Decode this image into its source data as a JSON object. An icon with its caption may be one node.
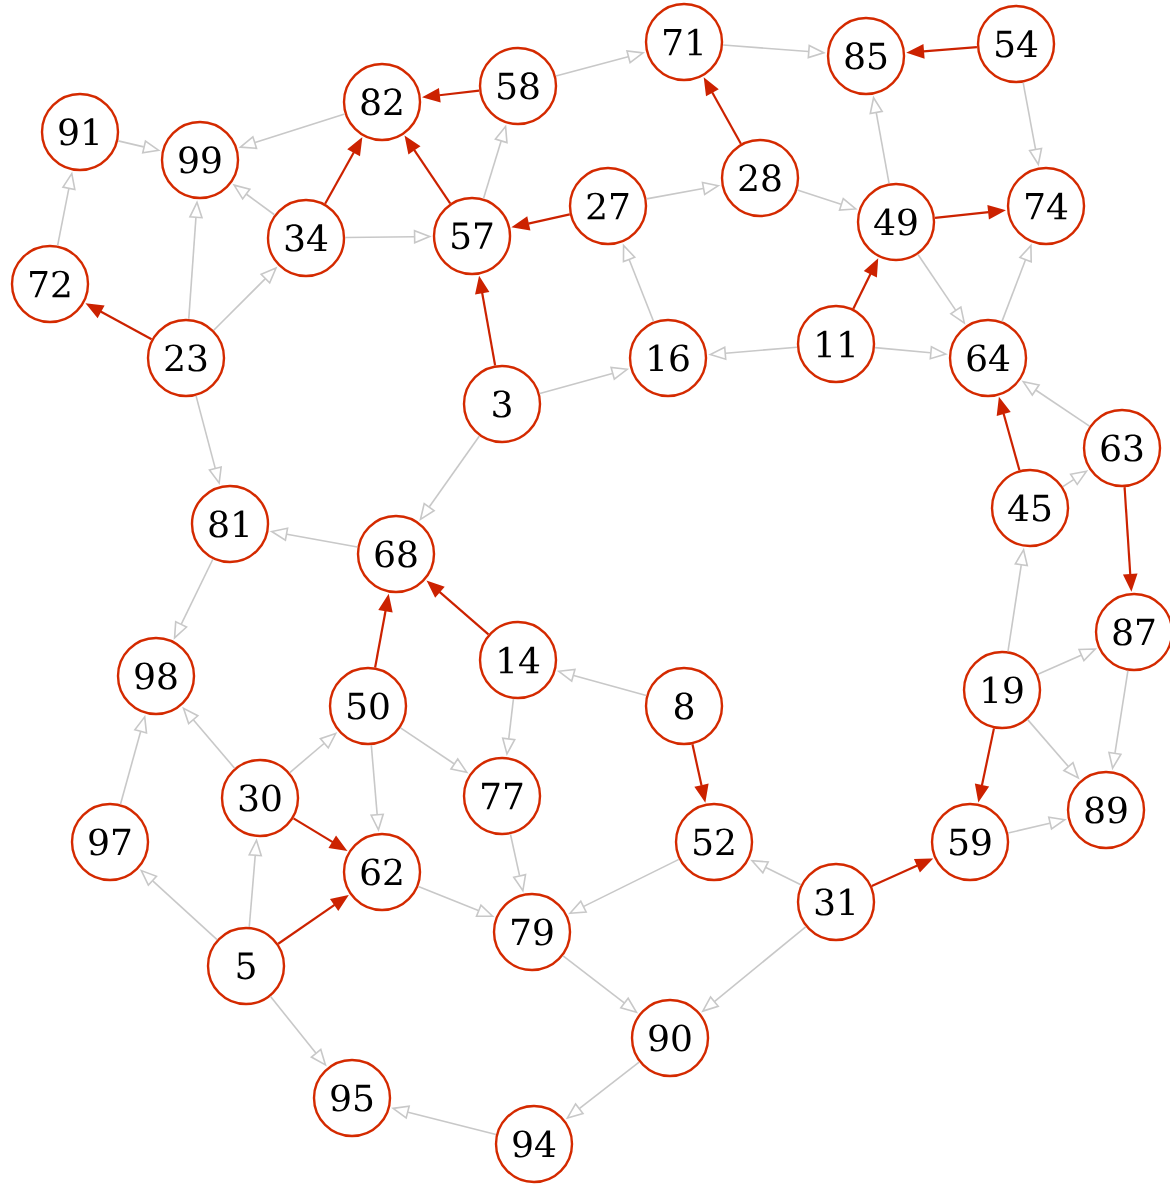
{
  "diagram": {
    "nodes": [
      {
        "text": [
          "71"
        ]
      },
      {
        "text": [
          "54"
        ]
      },
      {
        "text": [
          "85"
        ]
      },
      {
        "text": [
          "58"
        ]
      },
      {
        "text": [
          "82"
        ]
      },
      {
        "text": [
          "91"
        ]
      },
      {
        "text": [
          "99"
        ]
      },
      {
        "text": [
          "28"
        ]
      },
      {
        "text": [
          "27"
        ]
      },
      {
        "text": [
          "74"
        ]
      },
      {
        "text": [
          "49"
        ]
      },
      {
        "text": [
          "57"
        ]
      },
      {
        "text": [
          "34"
        ]
      },
      {
        "text": [
          "72"
        ]
      },
      {
        "text": [
          "11"
        ]
      },
      {
        "text": [
          "23"
        ]
      },
      {
        "text": [
          "16"
        ]
      },
      {
        "text": [
          "64"
        ]
      },
      {
        "text": [
          "3"
        ]
      },
      {
        "text": [
          "63"
        ]
      },
      {
        "text": [
          "45"
        ]
      },
      {
        "text": [
          "81"
        ]
      },
      {
        "text": [
          "68"
        ]
      },
      {
        "text": [
          "87"
        ]
      },
      {
        "text": [
          "14"
        ]
      },
      {
        "text": [
          "98"
        ]
      },
      {
        "text": [
          "19"
        ]
      },
      {
        "text": [
          "50"
        ]
      },
      {
        "text": [
          "8"
        ]
      },
      {
        "text": [
          "77"
        ]
      },
      {
        "text": [
          "30"
        ]
      },
      {
        "text": [
          "89"
        ]
      },
      {
        "text": [
          "97"
        ]
      },
      {
        "text": [
          "52"
        ]
      },
      {
        "text": [
          "59"
        ]
      },
      {
        "text": [
          "62"
        ]
      },
      {
        "text": [
          "31"
        ]
      },
      {
        "text": [
          "79"
        ]
      },
      {
        "text": [
          "5"
        ]
      },
      {
        "text": [
          "90"
        ]
      },
      {
        "text": [
          "95"
        ]
      },
      {
        "text": [
          "94"
        ]
      }
    ],
    "edges": [
      {
        "from": 5,
        "to": 6,
        "arrow": "to"
      },
      {
        "from": 4,
        "to": 6,
        "arrow": "to"
      },
      {
        "from": 3,
        "to": 4,
        "arrow": "to",
        "color": "#cc2200"
      },
      {
        "from": 3,
        "to": 0,
        "arrow": "to"
      },
      {
        "from": 0,
        "to": 2,
        "arrow": "to"
      },
      {
        "from": 1,
        "to": 2,
        "arrow": "to",
        "color": "#cc2200"
      },
      {
        "from": 1,
        "to": 9,
        "arrow": "to"
      },
      {
        "from": 7,
        "to": 0,
        "arrow": "to",
        "color": "#cc2200"
      },
      {
        "from": 7,
        "to": 10,
        "arrow": "to"
      },
      {
        "from": 8,
        "to": 7,
        "arrow": "to"
      },
      {
        "from": 8,
        "to": 11,
        "arrow": "to",
        "color": "#cc2200"
      },
      {
        "from": 11,
        "to": 4,
        "arrow": "to",
        "color": "#cc2200"
      },
      {
        "from": 11,
        "to": 3,
        "arrow": "to"
      },
      {
        "from": 12,
        "to": 4,
        "arrow": "to",
        "color": "#cc2200"
      },
      {
        "from": 12,
        "to": 11,
        "arrow": "to"
      },
      {
        "from": 12,
        "to": 6,
        "arrow": "to"
      },
      {
        "from": 15,
        "to": 6,
        "arrow": "to"
      },
      {
        "from": 15,
        "to": 12,
        "arrow": "to"
      },
      {
        "from": 15,
        "to": 13,
        "arrow": "to",
        "color": "#cc2200"
      },
      {
        "from": 13,
        "to": 5,
        "arrow": "to"
      },
      {
        "from": 15,
        "to": 21,
        "arrow": "to"
      },
      {
        "from": 18,
        "to": 11,
        "arrow": "to",
        "color": "#cc2200"
      },
      {
        "from": 18,
        "to": 16,
        "arrow": "to"
      },
      {
        "from": 18,
        "to": 22,
        "arrow": "to"
      },
      {
        "from": 16,
        "to": 8,
        "arrow": "to"
      },
      {
        "from": 14,
        "to": 16,
        "arrow": "to"
      },
      {
        "from": 14,
        "to": 10,
        "arrow": "to",
        "color": "#cc2200"
      },
      {
        "from": 14,
        "to": 17,
        "arrow": "to"
      },
      {
        "from": 10,
        "to": 2,
        "arrow": "to"
      },
      {
        "from": 10,
        "to": 9,
        "arrow": "to",
        "color": "#cc2200"
      },
      {
        "from": 10,
        "to": 17,
        "arrow": "to"
      },
      {
        "from": 17,
        "to": 9,
        "arrow": "to"
      },
      {
        "from": 19,
        "to": 17,
        "arrow": "to"
      },
      {
        "from": 19,
        "to": 23,
        "arrow": "to",
        "color": "#cc2200"
      },
      {
        "from": 20,
        "to": 17,
        "arrow": "to",
        "color": "#cc2200"
      },
      {
        "from": 20,
        "to": 19,
        "arrow": "to"
      },
      {
        "from": 26,
        "to": 20,
        "arrow": "to"
      },
      {
        "from": 26,
        "to": 23,
        "arrow": "to"
      },
      {
        "from": 26,
        "to": 34,
        "arrow": "to",
        "color": "#cc2200"
      },
      {
        "from": 26,
        "to": 31,
        "arrow": "to"
      },
      {
        "from": 23,
        "to": 31,
        "arrow": "to"
      },
      {
        "from": 34,
        "to": 31,
        "arrow": "to"
      },
      {
        "from": 36,
        "to": 34,
        "arrow": "to",
        "color": "#cc2200"
      },
      {
        "from": 36,
        "to": 33,
        "arrow": "to"
      },
      {
        "from": 36,
        "to": 39,
        "arrow": "to"
      },
      {
        "from": 28,
        "to": 33,
        "arrow": "to",
        "color": "#cc2200"
      },
      {
        "from": 28,
        "to": 24,
        "arrow": "to"
      },
      {
        "from": 24,
        "to": 22,
        "arrow": "to",
        "color": "#cc2200"
      },
      {
        "from": 24,
        "to": 29,
        "arrow": "to"
      },
      {
        "from": 22,
        "to": 21,
        "arrow": "to"
      },
      {
        "from": 21,
        "to": 25,
        "arrow": "to"
      },
      {
        "from": 27,
        "to": 22,
        "arrow": "to",
        "color": "#cc2200"
      },
      {
        "from": 27,
        "to": 29,
        "arrow": "to"
      },
      {
        "from": 27,
        "to": 35,
        "arrow": "to"
      },
      {
        "from": 30,
        "to": 27,
        "arrow": "to"
      },
      {
        "from": 30,
        "to": 25,
        "arrow": "to"
      },
      {
        "from": 30,
        "to": 35,
        "arrow": "to",
        "color": "#cc2200"
      },
      {
        "from": 32,
        "to": 25,
        "arrow": "to"
      },
      {
        "from": 38,
        "to": 32,
        "arrow": "to"
      },
      {
        "from": 38,
        "to": 30,
        "arrow": "to"
      },
      {
        "from": 38,
        "to": 35,
        "arrow": "to",
        "color": "#cc2200"
      },
      {
        "from": 38,
        "to": 40,
        "arrow": "to"
      },
      {
        "from": 35,
        "to": 37,
        "arrow": "to"
      },
      {
        "from": 29,
        "to": 37,
        "arrow": "to"
      },
      {
        "from": 33,
        "to": 37,
        "arrow": "to"
      },
      {
        "from": 37,
        "to": 39,
        "arrow": "to"
      },
      {
        "from": 39,
        "to": 41,
        "arrow": "to"
      },
      {
        "from": 41,
        "to": 40,
        "arrow": "to"
      }
    ]
  }
}
